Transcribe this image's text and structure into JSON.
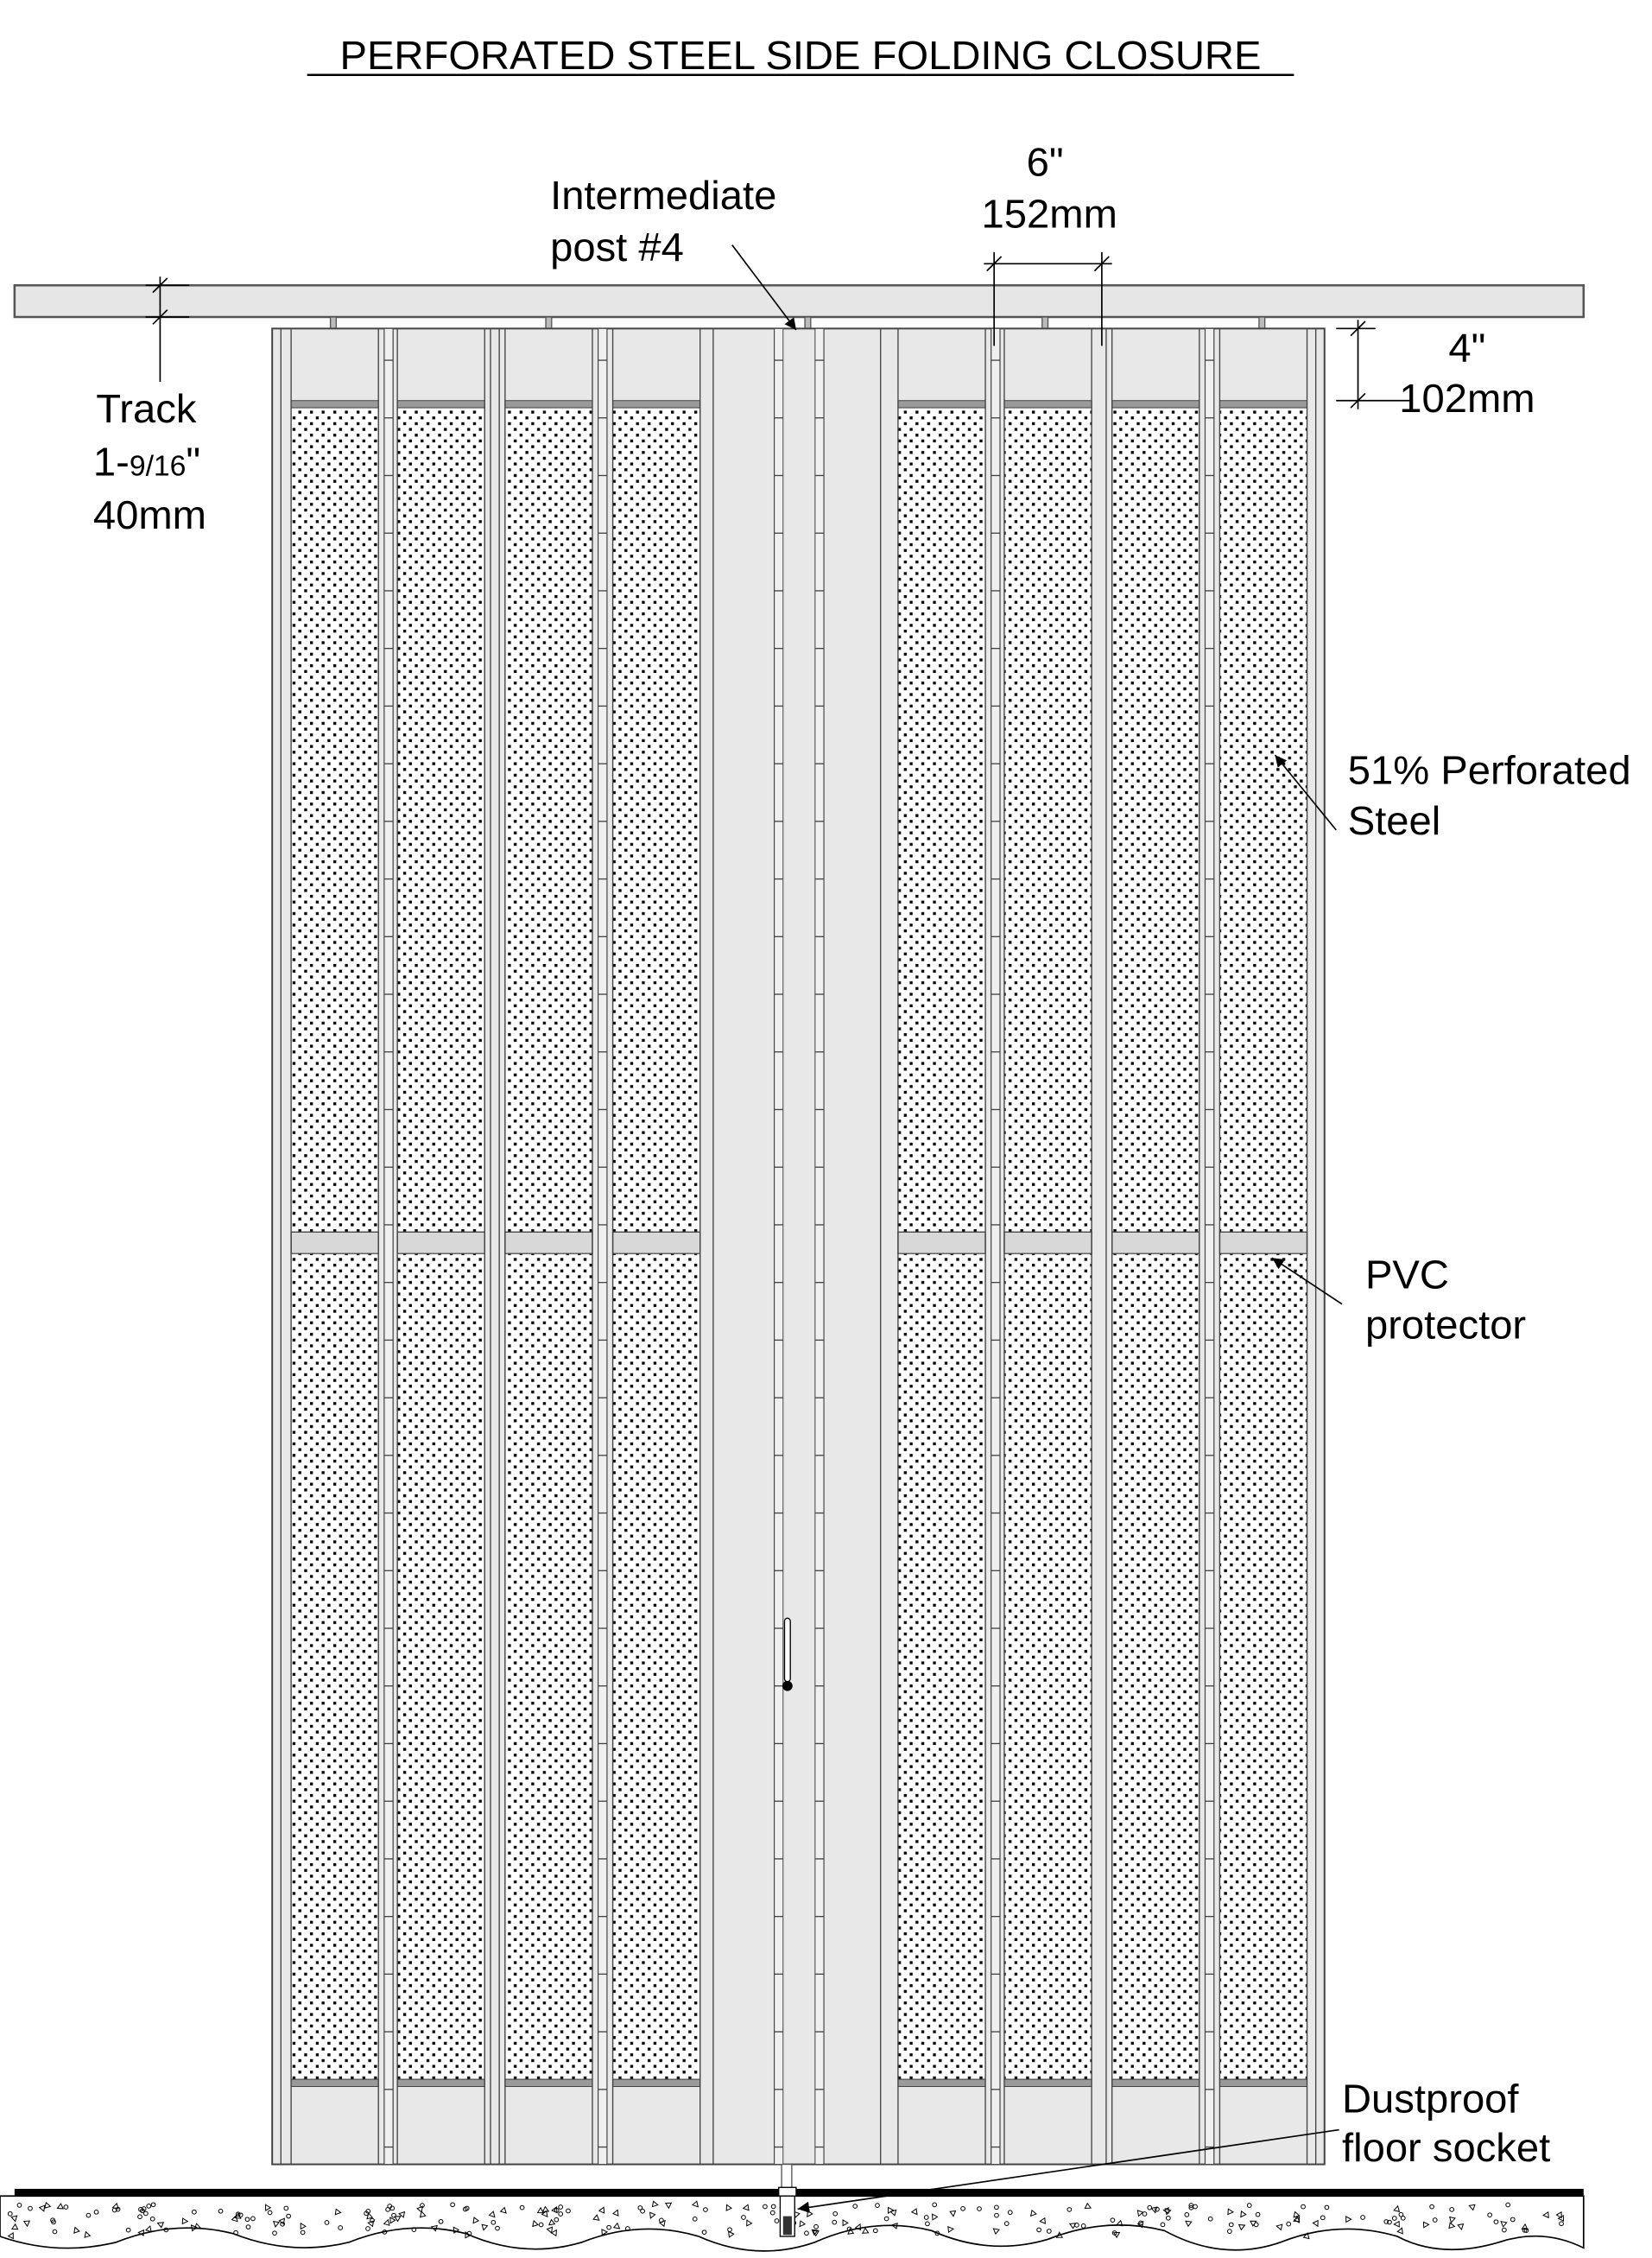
{
  "title": "PERFORATED STEEL SIDE FOLDING CLOSURE",
  "labels": {
    "intermediate_post": [
      "Intermediate",
      "post #4"
    ],
    "track": {
      "name": "Track",
      "imperial_whole": "1-",
      "imperial_fraction": "9/16",
      "imperial_unit": "\"",
      "metric": "40mm"
    },
    "panel_width": {
      "imperial": "6\"",
      "metric": "152mm"
    },
    "top_rail": {
      "imperial": "4\"",
      "metric": "102mm"
    },
    "perforated": [
      "51% Perforated",
      "Steel"
    ],
    "pvc": [
      "PVC",
      "protector"
    ],
    "socket": [
      "Dustproof",
      "floor socket"
    ]
  },
  "colors": {
    "panel": "#e8e8e8",
    "stroke": "#444444",
    "bar": "#9a9a9a",
    "floor": "#000000"
  }
}
